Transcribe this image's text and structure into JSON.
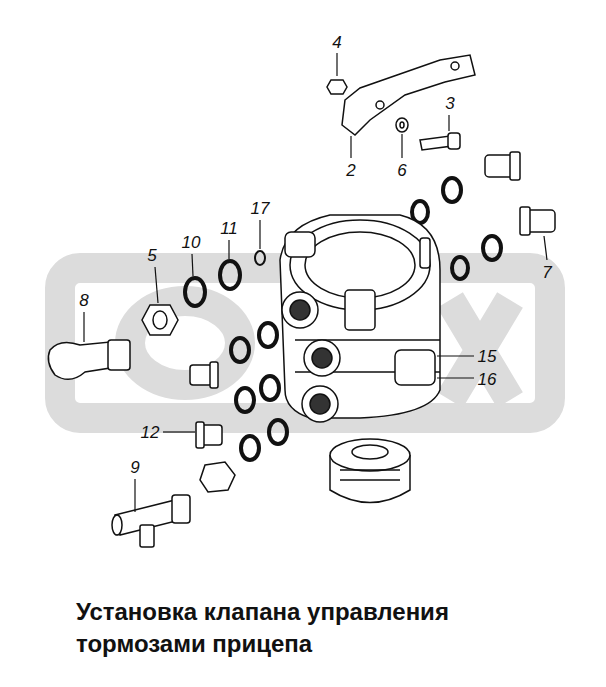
{
  "diagram": {
    "caption": "Установка клапана управления тормозами прицепа",
    "labels": [
      "4",
      "3",
      "2",
      "6",
      "17",
      "11",
      "10",
      "5",
      "7",
      "8",
      "15",
      "16",
      "12",
      "9"
    ]
  }
}
